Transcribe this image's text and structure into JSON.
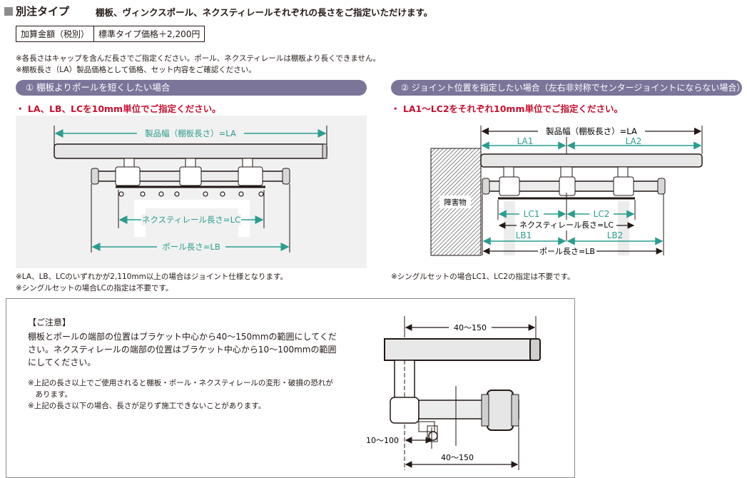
{
  "header": {
    "title": "別注タイプ",
    "subtitle": "棚板、ヴィンクスポール、ネクスティレールそれぞれの長さをご指定いただけます。"
  },
  "price_table": {
    "label": "加算金額（税別）",
    "value": "標準タイプ価格＋2,200円"
  },
  "notes": [
    "※各長さはキャップを含んだ長さでご指定ください。ポール、ネクスティレールは棚板より長くできません。",
    "※棚板長さ（LA）製品価格として価格、セット内容をご確認ください。"
  ],
  "left_panel": {
    "heading": "① 棚板よりポールを短くしたい場合",
    "instruction": "・ LA、LB、LCを10mm単位でご指定ください。",
    "labels": {
      "la": "製品幅（棚板長さ）=LA",
      "lc": "ネクスティレール長さ=LC",
      "lb": "ポール長さ=LB"
    },
    "footnotes": [
      "※LA、LB、LCのいずれかが2,110mm以上の場合はジョイント仕様となります。",
      "※シングルセットの場合LCの指定は不要です。"
    ]
  },
  "right_panel": {
    "heading": "② ジョイント位置を指定したい場合（左右非対称でセンタージョイントにならない場合）",
    "instruction": "・ LA1〜LC2をそれぞれ10mm単位でご指定ください。",
    "labels": {
      "la": "製品幅（棚板長さ）=LA",
      "la1": "LA1",
      "la2": "LA2",
      "obstacle": "障害物",
      "lc1": "LC1",
      "lc2": "LC2",
      "lc": "ネクスティレール長さ=LC",
      "lb1": "LB1",
      "lb2": "LB2",
      "lb": "ポール長さ=LB"
    },
    "footnote": "※シングルセットの場合LC1、LC2の指定は不要です。"
  },
  "caution": {
    "heading": "【ご注意】",
    "body": [
      "棚板とポールの端部の位置はブラケット中心から40〜150mmの範囲にしてくだ",
      "さい。ネクスティレールの端部の位置はブラケット中心から10〜100mmの範囲",
      "にしてください。"
    ],
    "warnings": [
      "※上記の長さ以上でご使用されると棚板・ポール・ネクスティレールの変形・破損の恐れが",
      "　あります。",
      "※上記の長さ以下の場合、長さが足りず施工できないことがあります。"
    ],
    "dim_top": "40〜150",
    "dim_mid": "10〜100",
    "dim_bottom": "40〜150"
  }
}
